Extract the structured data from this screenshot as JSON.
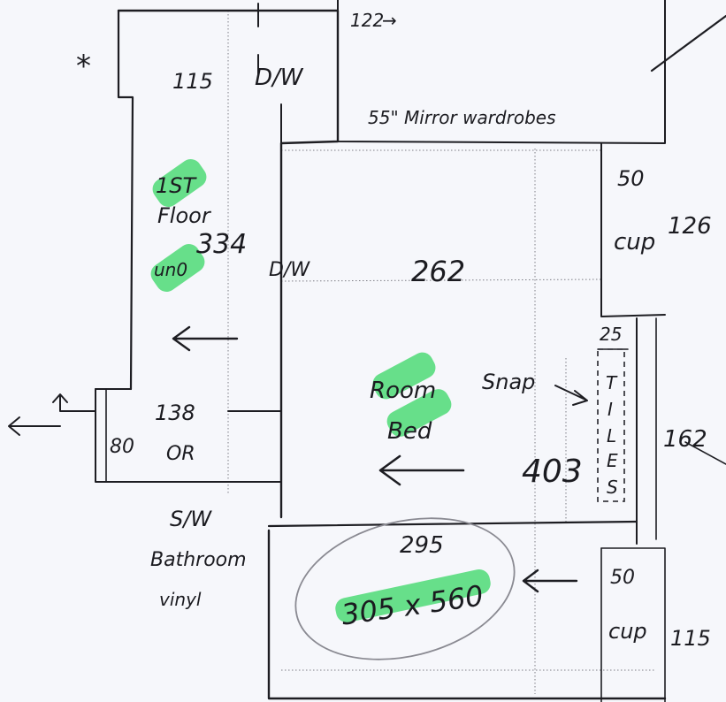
{
  "colors": {
    "ink": "#1d1d22",
    "highlighter": "#3fd86a",
    "paper": "#f6f7fb",
    "pencil": "#8a8a92"
  },
  "marks": {
    "star": "*",
    "top_width": "122",
    "top_left_width": "115",
    "dw": "D/W",
    "mirror_note": "55\" Mirror wardrobes"
  },
  "left": {
    "floor_line1": "1ST",
    "floor_line2": "Floor",
    "area_line": "un0",
    "area_value": "334",
    "door_dim_top": "138",
    "door_dim_left": "80",
    "door_label": "OR"
  },
  "center": {
    "dw_mid": "D/W",
    "width_262": "262",
    "room_line1": "Room",
    "room_line2": "Bed",
    "snap": "Snap",
    "depth": "403",
    "width_295": "295",
    "size": "305 x 560"
  },
  "right": {
    "cupboard_top_num": "50",
    "cupboard_top_label": "cup",
    "cupboard_top_dim": "126",
    "strip_top": "25",
    "strip_letters": [
      "T",
      "I",
      "L",
      "E",
      "S"
    ],
    "side_dim": "162",
    "cupboard_bottom_num": "50",
    "cupboard_bottom_label": "cup",
    "cupboard_bottom_dim": "115"
  },
  "bottom_left": {
    "line1": "S/W",
    "line2": "Bathroom",
    "line3": "vinyl"
  }
}
